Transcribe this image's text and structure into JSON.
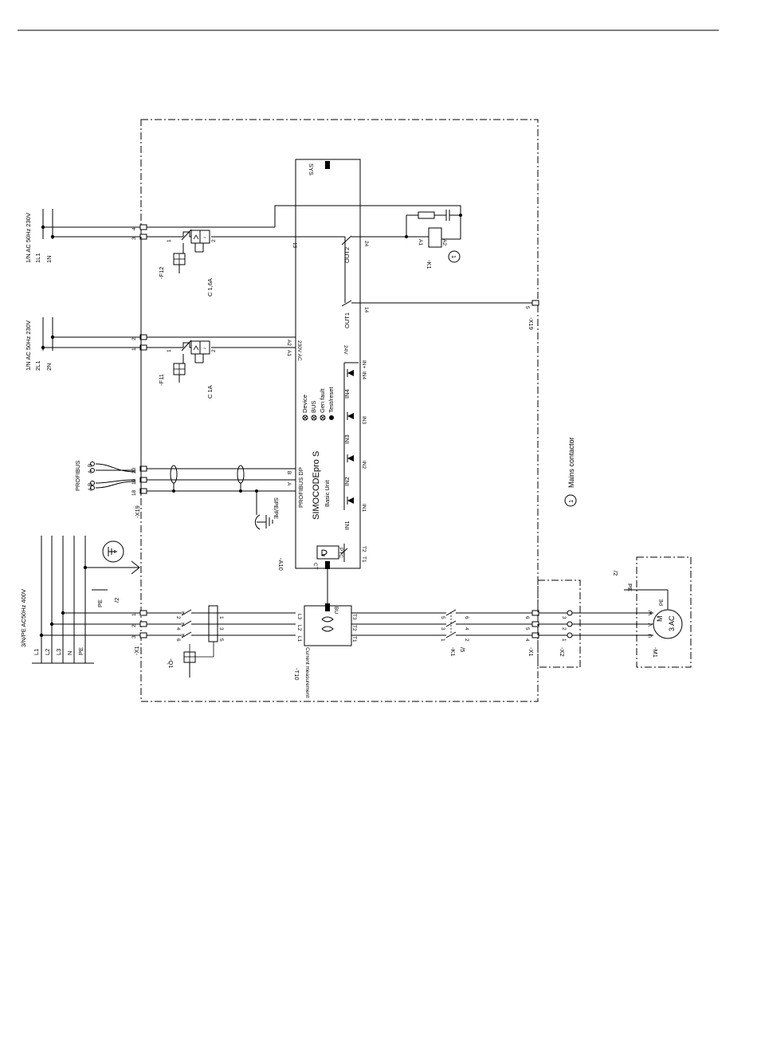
{
  "supply": {
    "feed_a": {
      "label": "1/N AC 50Hz 230V",
      "l": "1L1",
      "n": "1N"
    },
    "feed_b": {
      "label": "1/N AC 50Hz 230V",
      "l": "2L1",
      "n": "2N"
    },
    "main": {
      "label": "3/N/PE AC50Hz 400V",
      "lines": [
        "L1",
        "L2",
        "L3",
        "N",
        "PE"
      ]
    },
    "profibus": {
      "label": "PROFIBUS",
      "pins": [
        "B",
        "A",
        "B",
        "A"
      ]
    }
  },
  "fuses": {
    "f12": {
      "tag": "-F12",
      "rating": "C 1,6A",
      "pin_in": "1",
      "pin_out": "2"
    },
    "f11": {
      "tag": "-F11",
      "rating": "C 1A",
      "pin_in": "1",
      "pin_out": "2"
    }
  },
  "terminals": {
    "x19_left": {
      "tag": "-X19",
      "pins": [
        "4",
        "3",
        "2",
        "1",
        "20",
        "19",
        "18"
      ]
    },
    "x1_left": {
      "tag": "-X1",
      "pins": [
        "1",
        "2",
        "3"
      ]
    },
    "x19_right": {
      "tag": "-X19",
      "pin": "5"
    },
    "x1_right": {
      "tag": "-X1",
      "pins": [
        "4",
        "5",
        "6"
      ]
    },
    "x2": {
      "tag": "-X2",
      "pins": [
        "3",
        "2",
        "1"
      ]
    }
  },
  "device": {
    "tag": "-A10",
    "name": "SIMOCODEpro S",
    "subtitle": "Basic Unit",
    "sys": "SYS",
    "supply_label": "230V AC",
    "a1": "A1",
    "a2": "A2",
    "profibus_dp": "PROFIBUS DP",
    "profibus_a": "A",
    "profibus_b": "B",
    "spe": "SPE/PE",
    "leds": [
      "Device",
      "BUS",
      "Gen fault",
      "Test/reset"
    ],
    "out2": "OUT2",
    "out1": "OUT1",
    "out_terminals": [
      "13",
      "24",
      "14"
    ],
    "inputs": [
      "IN1",
      "IN2",
      "IN3",
      "IN4"
    ],
    "input_terminals": [
      "IN1",
      "IN2",
      "IN3",
      "IN4",
      "IN+"
    ],
    "voltage": "24V",
    "ct": "CT",
    "ptc": "PTC",
    "t1": "T1",
    "t2": "T2"
  },
  "current_measurement": {
    "tag": "-T10",
    "label": "Current measurement",
    "bu": "BU",
    "in": [
      "L1",
      "L2",
      "L3"
    ],
    "out": [
      "T1",
      "T2",
      "T3"
    ]
  },
  "breaker_q1": {
    "tag": "-Q1",
    "in": [
      "2",
      "4",
      "6"
    ],
    "out": [
      "1",
      "3",
      "5"
    ]
  },
  "contactor_k1": {
    "tag": "-K1",
    "ref": "/5",
    "in": [
      "1",
      "3",
      "5"
    ],
    "out": [
      "2",
      "4",
      "6"
    ],
    "coil_a1": "A1",
    "coil_a2": "A2",
    "marker": "1"
  },
  "motor": {
    "tag": "-M1",
    "symbol": "M",
    "type": "3 AC",
    "pe": "PE",
    "phases": [
      "U",
      "V",
      "W"
    ]
  },
  "pe_ref": [
    {
      "pe": "PE",
      "ref": "/2"
    },
    {
      "pe": "PE",
      "ref": "/2"
    }
  ],
  "legend": {
    "marker": "1",
    "text": "Mains contactor"
  },
  "colors": {
    "line": "#000000",
    "background": "#ffffff"
  }
}
